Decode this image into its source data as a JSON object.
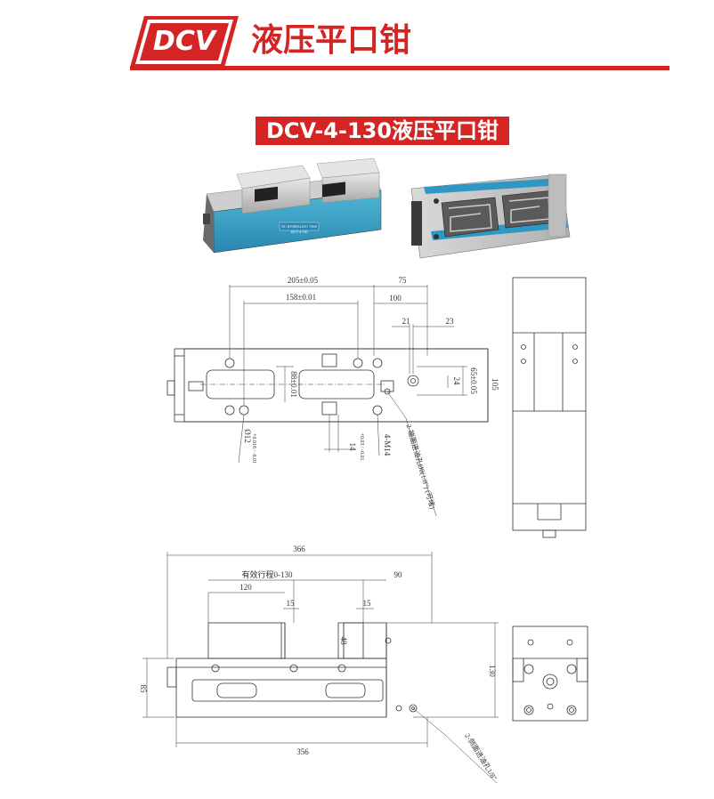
{
  "header": {
    "code": "DCV",
    "title": "液压平口钳",
    "accent_color": "#d42424"
  },
  "model_banner": {
    "label": "DCV-4-130液压平口钳"
  },
  "product_photos": {
    "front_plate_text": "NC HYDRAULIC VISE",
    "front_plate_model": "DCV-4-130"
  },
  "top_view": {
    "dim_205": "205±0.05",
    "dim_75": "75",
    "dim_158": "158±0.01",
    "dim_100": "100",
    "dim_21": "21",
    "dim_23": "23",
    "dim_24": "24",
    "dim_65": "65±0.05",
    "dim_105": "105",
    "dim_88": "88±0.01",
    "dim_14": "14",
    "dim_14_tol": "+0.03 / -0.01",
    "dim_m14": "4-M14",
    "dim_d12": "Ø12",
    "dim_d12_tol": "+0.018 / -0.01",
    "port_note": "2-端面进油孔Ø8(1/8\") (可堵)"
  },
  "side_view": {
    "dim_366": "366",
    "stroke": "有效行程0-130",
    "dim_90": "90",
    "dim_120": "120",
    "dim_15a": "15",
    "dim_15b": "15",
    "dim_48": "48",
    "dim_130": "130",
    "dim_85": "85",
    "dim_356": "356",
    "port_note": "2-侧面进油孔1/8\""
  }
}
